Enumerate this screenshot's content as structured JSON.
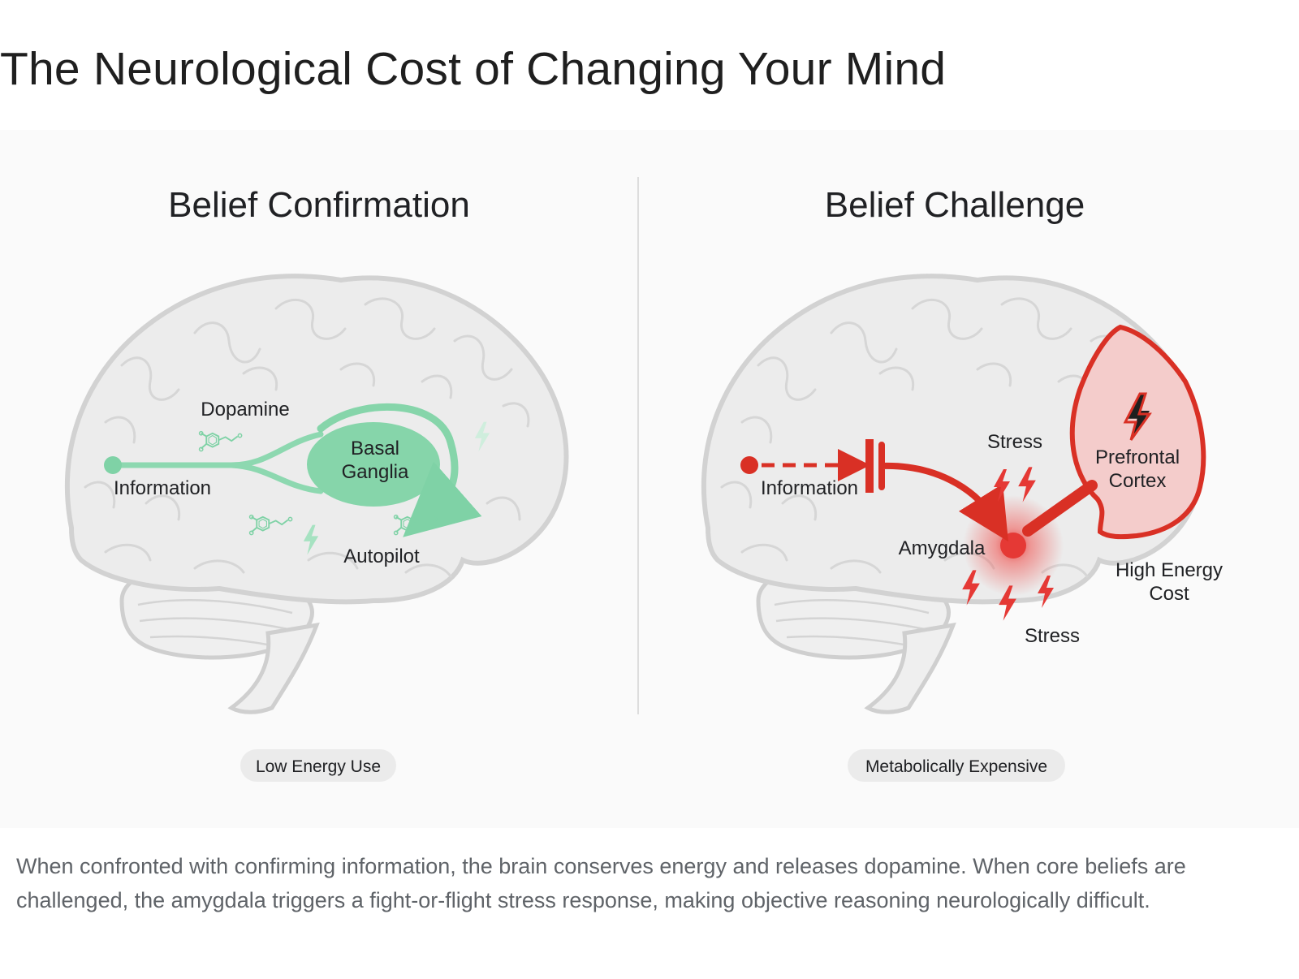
{
  "page": {
    "title": "The Neurological Cost of Changing Your Mind",
    "caption": "When confronted with confirming information, the brain conserves energy and releases dopamine. When core beliefs are challenged, the amygdala triggers a fight-or-flight stress response, making objective reasoning neurologically difficult."
  },
  "confirmation": {
    "heading": "Belief Confirmation",
    "labels": {
      "dopamine": "Dopamine",
      "information": "Information",
      "basal_line1": "Basal",
      "basal_line2": "Ganglia",
      "autopilot": "Autopilot"
    },
    "badge": "Low Energy Use",
    "accent_color": "#7fd2a6"
  },
  "challenge": {
    "heading": "Belief Challenge",
    "labels": {
      "information": "Information",
      "stress_top": "Stress",
      "prefrontal_line1": "Prefrontal",
      "prefrontal_line2": "Cortex",
      "amygdala": "Amygdala",
      "high_energy_line1": "High Energy",
      "high_energy_line2": "Cost",
      "stress_bottom": "Stress"
    },
    "badge": "Metabolically Expensive",
    "accent_color": "#d93025"
  },
  "icons": [
    "dopamine-molecule-icon",
    "lightning-icon",
    "stress-bolt-icon",
    "inhibit-bar-icon"
  ]
}
